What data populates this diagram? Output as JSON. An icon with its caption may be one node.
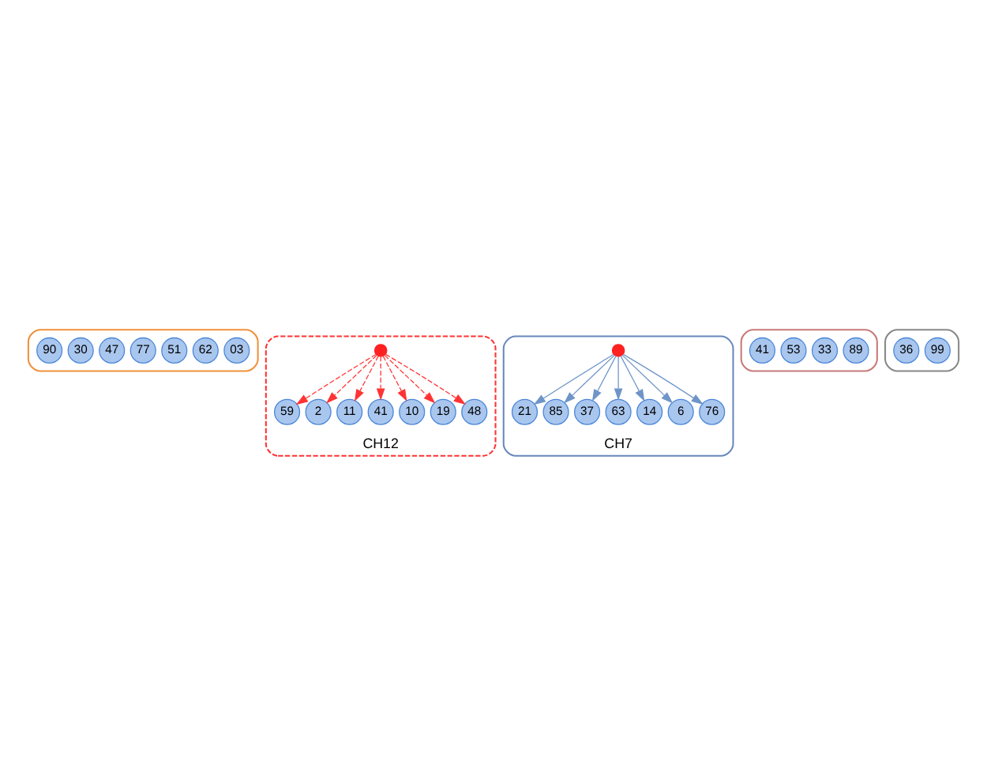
{
  "diagram": {
    "nodes": [
      {
        "text": [],
        "shape": "outline"
      },
      {
        "text": [
          "03"
        ],
        "in": 0
      },
      {
        "text": [
          "62"
        ],
        "in": 0
      },
      {
        "text": [
          "51"
        ],
        "in": 0
      },
      {
        "text": [
          "77"
        ],
        "in": 0
      },
      {
        "text": [
          "47"
        ],
        "in": 0
      },
      {
        "text": [
          "30"
        ],
        "in": 0
      },
      {
        "text": [
          "90"
        ],
        "in": 0
      },
      {
        "text": [],
        "shape": "outline",
        "beside": [
          "CH12"
        ]
      },
      {
        "text": [
          "59"
        ],
        "in": 8
      },
      {
        "text": [
          "2"
        ],
        "in": 8
      },
      {
        "text": [],
        "shape": "circle",
        "in": 8
      },
      {
        "text": [
          "11"
        ],
        "in": 8
      },
      {
        "text": [
          "41"
        ],
        "in": 8
      },
      {
        "text": [
          "10"
        ],
        "in": 8
      },
      {
        "text": [
          "19"
        ],
        "in": 8
      },
      {
        "text": [
          "48"
        ],
        "in": 8
      },
      {
        "text": [],
        "shape": "outline",
        "beside": [
          "CH7"
        ]
      },
      {
        "text": [
          "21"
        ],
        "in": 17
      },
      {
        "text": [
          "85"
        ],
        "in": 17
      },
      {
        "text": [
          "37"
        ],
        "in": 17
      },
      {
        "text": [
          "63"
        ],
        "in": 17
      },
      {
        "text": [],
        "shape": "circle",
        "in": 17
      },
      {
        "text": [
          "14"
        ],
        "in": 17
      },
      {
        "text": [
          "6"
        ],
        "in": 17
      },
      {
        "text": [
          "76"
        ],
        "in": 17
      },
      {
        "text": [],
        "shape": "outline"
      },
      {
        "text": [
          "89"
        ],
        "in": 26
      },
      {
        "text": [
          "33"
        ],
        "in": 26
      },
      {
        "text": [
          "53"
        ],
        "in": 26
      },
      {
        "text": [
          "41"
        ],
        "in": 26
      },
      {
        "text": [],
        "shape": "outline"
      },
      {
        "text": [
          "99"
        ],
        "in": 31
      },
      {
        "text": [
          "36"
        ],
        "in": 31
      }
    ],
    "edges": [
      {
        "from": 11,
        "to": 9,
        "arrow": "to",
        "style": "dashed",
        "color": "#ff3333"
      },
      {
        "from": 11,
        "to": 10,
        "arrow": "to",
        "style": "dashed",
        "color": "#ff3333"
      },
      {
        "from": 11,
        "to": 12,
        "arrow": "to",
        "style": "dashed",
        "color": "#ff3333"
      },
      {
        "from": 11,
        "to": 13,
        "arrow": "to",
        "style": "dashed",
        "color": "#ff3333"
      },
      {
        "from": 11,
        "to": 14,
        "arrow": "to",
        "style": "dashed",
        "color": "#ff3333"
      },
      {
        "from": 11,
        "to": 15,
        "arrow": "to",
        "style": "dashed",
        "color": "#ff3333"
      },
      {
        "from": 11,
        "to": 16,
        "arrow": "to",
        "style": "dashed",
        "color": "#ff3333"
      },
      {
        "from": 22,
        "to": 18,
        "arrow": "to",
        "color": "#6f95c8"
      },
      {
        "from": 22,
        "to": 19,
        "arrow": "to",
        "color": "#6f95c8"
      },
      {
        "from": 22,
        "to": 20,
        "arrow": "to",
        "color": "#6f95c8"
      },
      {
        "from": 22,
        "to": 21,
        "arrow": "to",
        "color": "#6f95c8"
      },
      {
        "from": 22,
        "to": 23,
        "arrow": "to",
        "color": "#6f95c8"
      },
      {
        "from": 22,
        "to": 24,
        "arrow": "to",
        "color": "#6f95c8"
      },
      {
        "from": 22,
        "to": 25,
        "arrow": "to",
        "color": "#6f95c8"
      }
    ]
  }
}
